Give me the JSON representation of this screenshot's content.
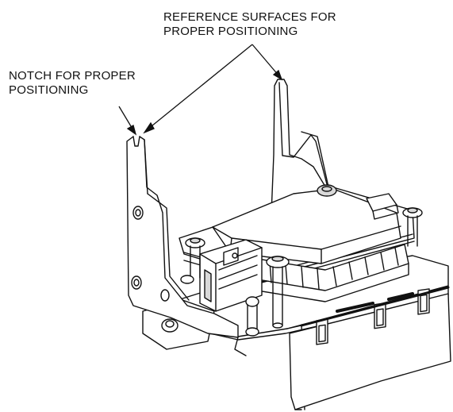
{
  "callouts": {
    "reference_surfaces": {
      "line1": "REFERENCE SURFACES FOR",
      "line2": "PROPER POSITIONING"
    },
    "notch": {
      "line1": "NOTCH FOR PROPER",
      "line2": "POSITIONING"
    }
  },
  "colors": {
    "ink": "#111111",
    "paper": "#ffffff",
    "shade": "#d9d9d9"
  }
}
